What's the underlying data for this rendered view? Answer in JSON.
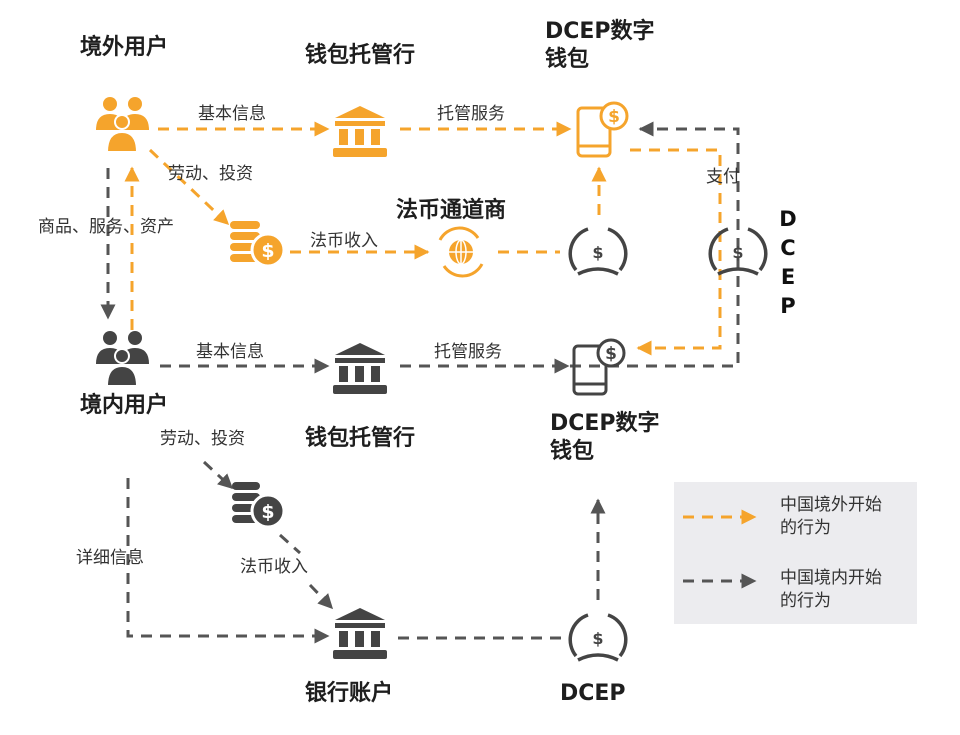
{
  "colors": {
    "overseas": "#f5a42c",
    "domestic": "#555555",
    "legend_bg": "#ececef"
  },
  "nodes": {
    "overseas_user": {
      "title": "境外用户",
      "icon": "users-group-icon"
    },
    "overseas_custodian": {
      "title": "钱包托管行",
      "icon": "bank-icon"
    },
    "overseas_wallet": {
      "title_line1": "DCEP数字",
      "title_line2": "钱包",
      "icon": "mobile-wallet-icon"
    },
    "fiat_channel": {
      "title": "法币通道商",
      "icon": "globe-exchange-icon"
    },
    "overseas_income_coins": {
      "icon": "coins-dollar-icon"
    },
    "dcep_mid": {
      "icon": "dcep-dollar-icon"
    },
    "dcep_right": {
      "letters": [
        "D",
        "C",
        "E",
        "P"
      ],
      "icon": "dcep-dollar-icon"
    },
    "domestic_user": {
      "title": "境内用户",
      "icon": "users-group-icon"
    },
    "domestic_custodian": {
      "title": "钱包托管行",
      "icon": "bank-icon"
    },
    "domestic_wallet": {
      "title_line1": "DCEP数字",
      "title_line2": "钱包",
      "icon": "mobile-wallet-icon"
    },
    "domestic_income_coins": {
      "icon": "coins-dollar-icon"
    },
    "bank_account": {
      "title": "银行账户",
      "icon": "bank-icon"
    },
    "dcep_bottom": {
      "title": "DCEP",
      "icon": "dcep-dollar-icon"
    }
  },
  "edge_labels": {
    "top_basic_info": "基本信息",
    "top_custody": "托管服务",
    "top_labor": "劳动、投资",
    "goods": "商品、服务、资产",
    "top_fiat_income": "法币收入",
    "pay": "支付",
    "mid_basic_info": "基本信息",
    "mid_custody": "托管服务",
    "bottom_labor": "劳动、投资",
    "detail_info": "详细信息",
    "bottom_fiat_income": "法币收入"
  },
  "legend": {
    "items": [
      {
        "line1": "中国境外开始",
        "line2": "的行为",
        "color": "#f5a42c"
      },
      {
        "line1": "中国境内开始",
        "line2": "的行为",
        "color": "#555555"
      }
    ]
  }
}
